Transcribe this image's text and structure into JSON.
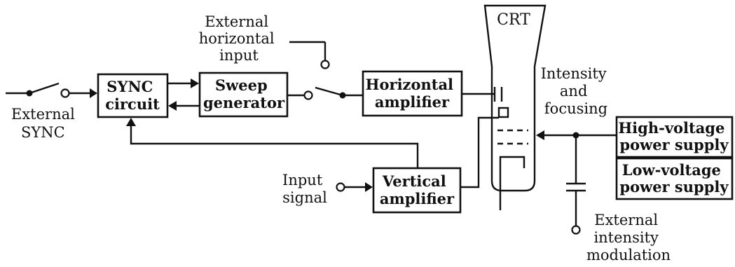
{
  "blocks": {
    "sync_circuit": [
      "SYNC",
      "circuit"
    ],
    "sweep_generator": [
      "Sweep",
      "generator"
    ],
    "horizontal_amplifier": [
      "Horizontal",
      "amplifier"
    ],
    "vertical_amplifier": [
      "Vertical",
      "amplifier"
    ],
    "high_voltage_supply": [
      "High-voltage",
      "power supply"
    ],
    "low_voltage_supply": [
      "Low-voltage",
      "power supply"
    ]
  },
  "labels": {
    "external_sync": [
      "External",
      "SYNC"
    ],
    "external_horizontal_input": [
      "External",
      "horizontal",
      "input"
    ],
    "input_signal": [
      "Input",
      "signal"
    ],
    "intensity_focusing": [
      "Intensity",
      "and",
      "focusing"
    ],
    "external_intensity_modulation": [
      "External",
      "intensity",
      "modulation"
    ],
    "crt": "CRT"
  }
}
